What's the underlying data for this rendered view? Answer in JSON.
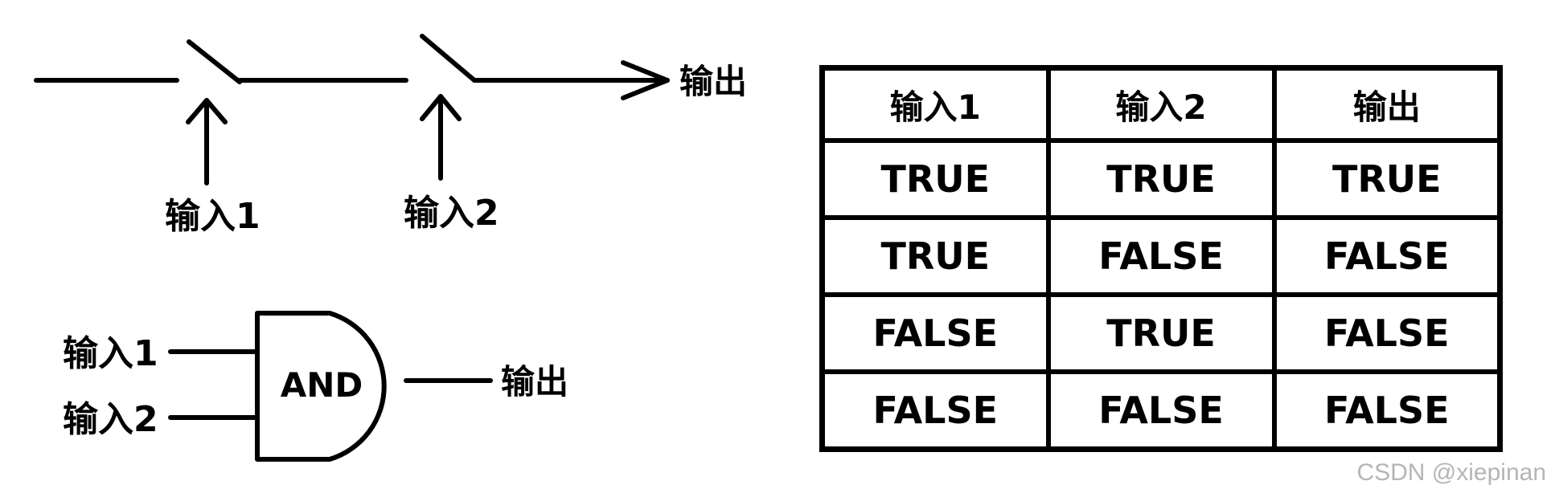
{
  "switch_circuit": {
    "input1_label": "输入1",
    "input2_label": "输入2",
    "output_label": "输出"
  },
  "and_gate": {
    "input1_label": "输入1",
    "input2_label": "输入2",
    "gate_label": "AND",
    "output_label": "输出"
  },
  "truth_table": {
    "headers": [
      "输入1",
      "输入2",
      "输出"
    ],
    "rows": [
      [
        "TRUE",
        "TRUE",
        "TRUE"
      ],
      [
        "TRUE",
        "FALSE",
        "FALSE"
      ],
      [
        "FALSE",
        "TRUE",
        "FALSE"
      ],
      [
        "FALSE",
        "FALSE",
        "FALSE"
      ]
    ]
  },
  "watermark": "CSDN @xiepinan"
}
